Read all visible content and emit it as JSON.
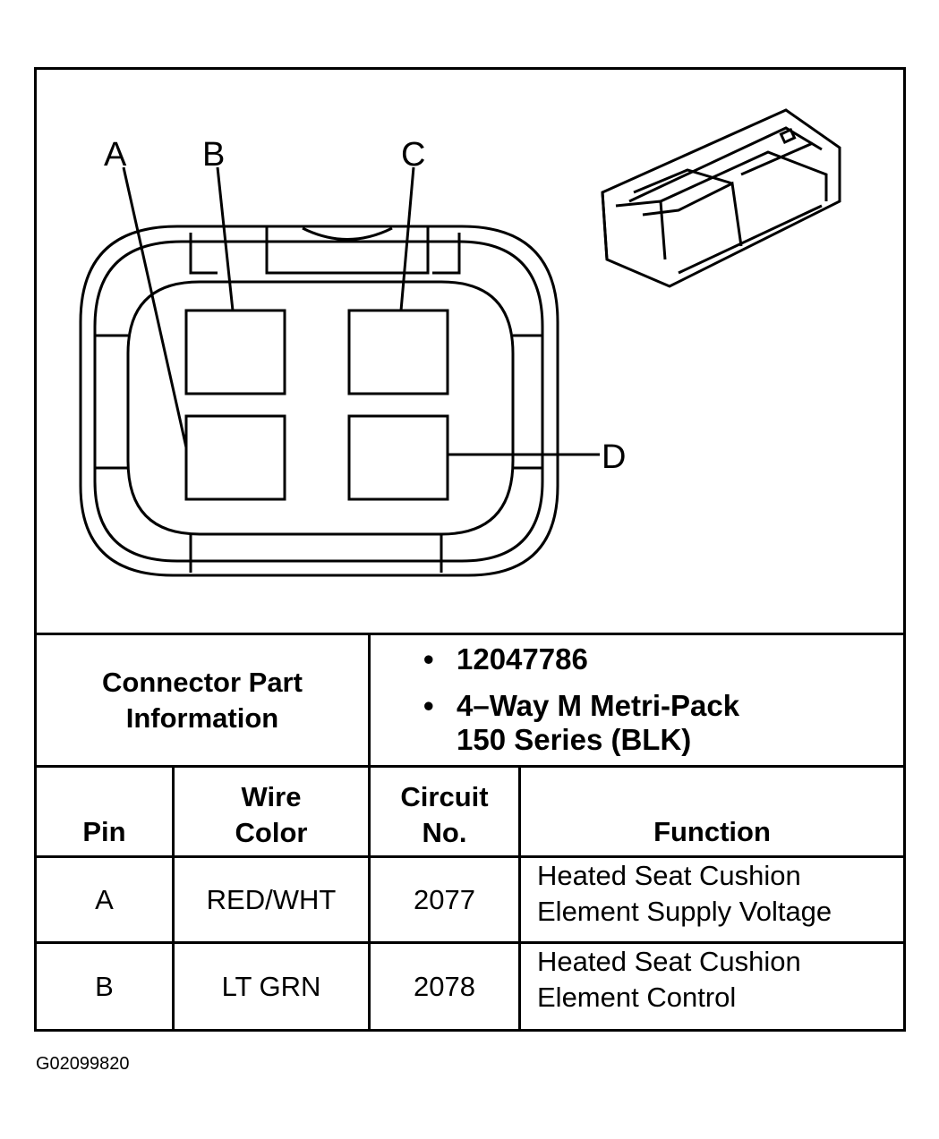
{
  "pin_callouts": [
    "A",
    "B",
    "C",
    "D"
  ],
  "connector_info": {
    "label_line1": "Connector Part",
    "label_line2": "Information",
    "bullet": "•",
    "part_number": "12047786",
    "description_line1": "4–Way M Metri-Pack",
    "description_line2": "150 Series (BLK)"
  },
  "table": {
    "headers": {
      "pin": "Pin",
      "wire_color_line1": "Wire",
      "wire_color_line2": "Color",
      "circuit_line1": "Circuit",
      "circuit_line2": "No.",
      "function": "Function"
    },
    "rows": [
      {
        "pin": "A",
        "wire_color": "RED/WHT",
        "circuit": "2077",
        "function_line1": "Heated Seat Cushion",
        "function_line2": "Element Supply Voltage"
      },
      {
        "pin": "B",
        "wire_color": "LT GRN",
        "circuit": "2078",
        "function_line1": "Heated Seat Cushion",
        "function_line2": "Element Control"
      }
    ]
  },
  "figure_id": "G02099820"
}
